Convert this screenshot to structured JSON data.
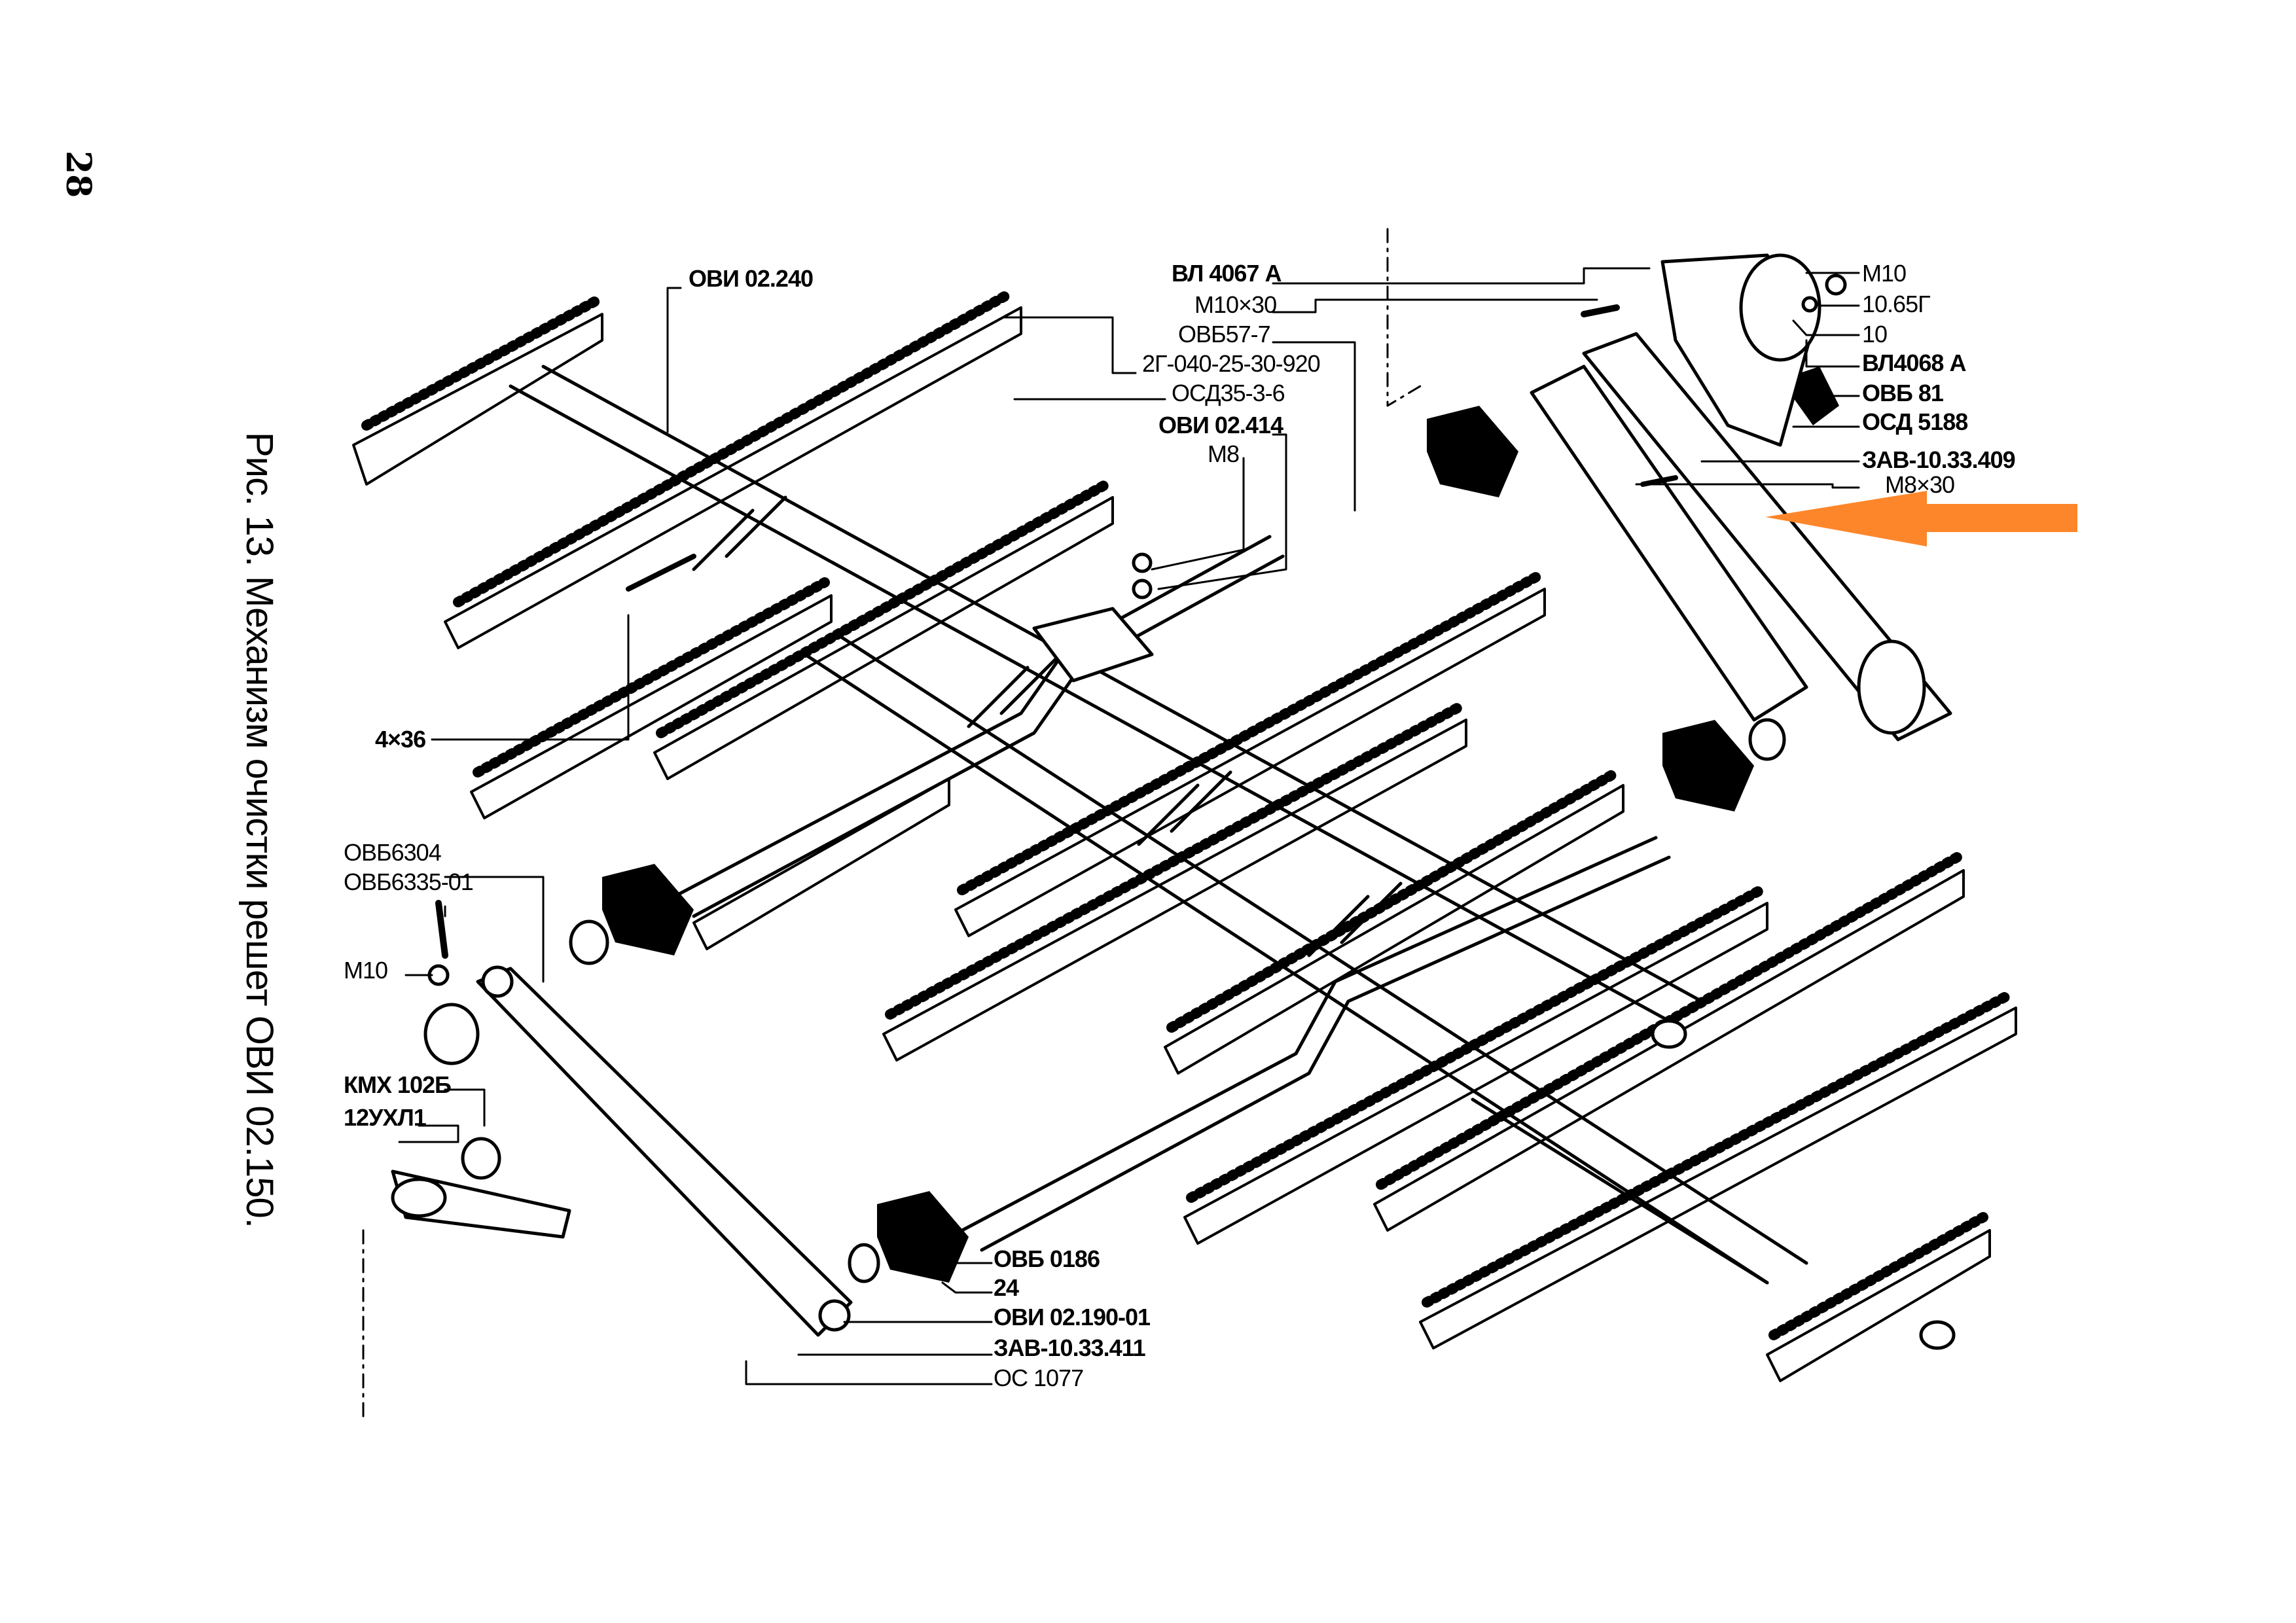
{
  "page": {
    "number": "28",
    "caption": "Рис. 13. Механизм очистки решет ОВИ 02.150."
  },
  "labels": {
    "top": [
      "ВЛ 4067 А",
      "М10×30",
      "ОВБ57-7",
      "2Г-040-25-30-920",
      "ОСД35-3-6",
      "ОВИ 02.414",
      "М8"
    ],
    "right": [
      "М10",
      "10.65Г",
      "10",
      "ВЛ4068 А",
      "ОВБ 81",
      "ОСД 5188",
      "ЗАВ-10.33.409",
      "М8×30"
    ],
    "left": [
      "ОВИ 02.240",
      "4×36",
      "ОВБ6304",
      "ОВБ6335-01",
      "М10",
      "КМХ 102Б",
      "12УХЛ1"
    ],
    "bottom": [
      "ОВБ 0186",
      "24",
      "ОВИ 02.190-01",
      "ЗАВ-10.33.411",
      "ОС 1077"
    ]
  },
  "highlight": {
    "arrow_color": "#fd862a",
    "points_to": "ЗАВ-10.33.409"
  }
}
